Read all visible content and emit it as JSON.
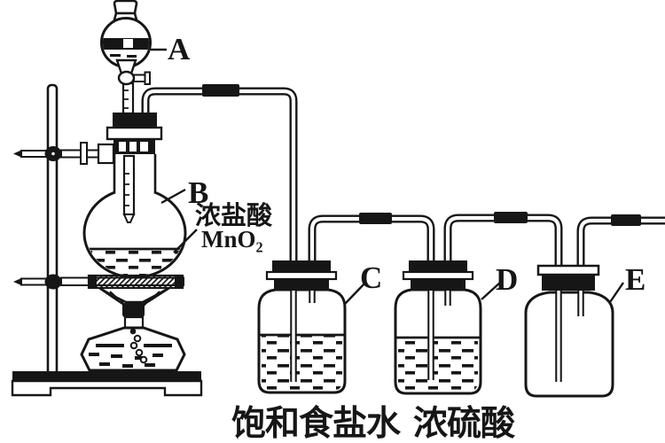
{
  "figure": {
    "background": "#ffffff",
    "ink": "#161616",
    "apparatus_labels": {
      "separating_funnel": "A",
      "round_flask": "B",
      "washing_bottle_1": "C",
      "washing_bottle_2": "D",
      "collection_bottle": "E"
    },
    "reagent_labels": {
      "flask_liquid": "浓盐酸",
      "flask_solid": "MnO₂",
      "washing_bottle_1_liquid": "饱和食盐水",
      "washing_bottle_2_liquid": "浓硫酸"
    }
  }
}
